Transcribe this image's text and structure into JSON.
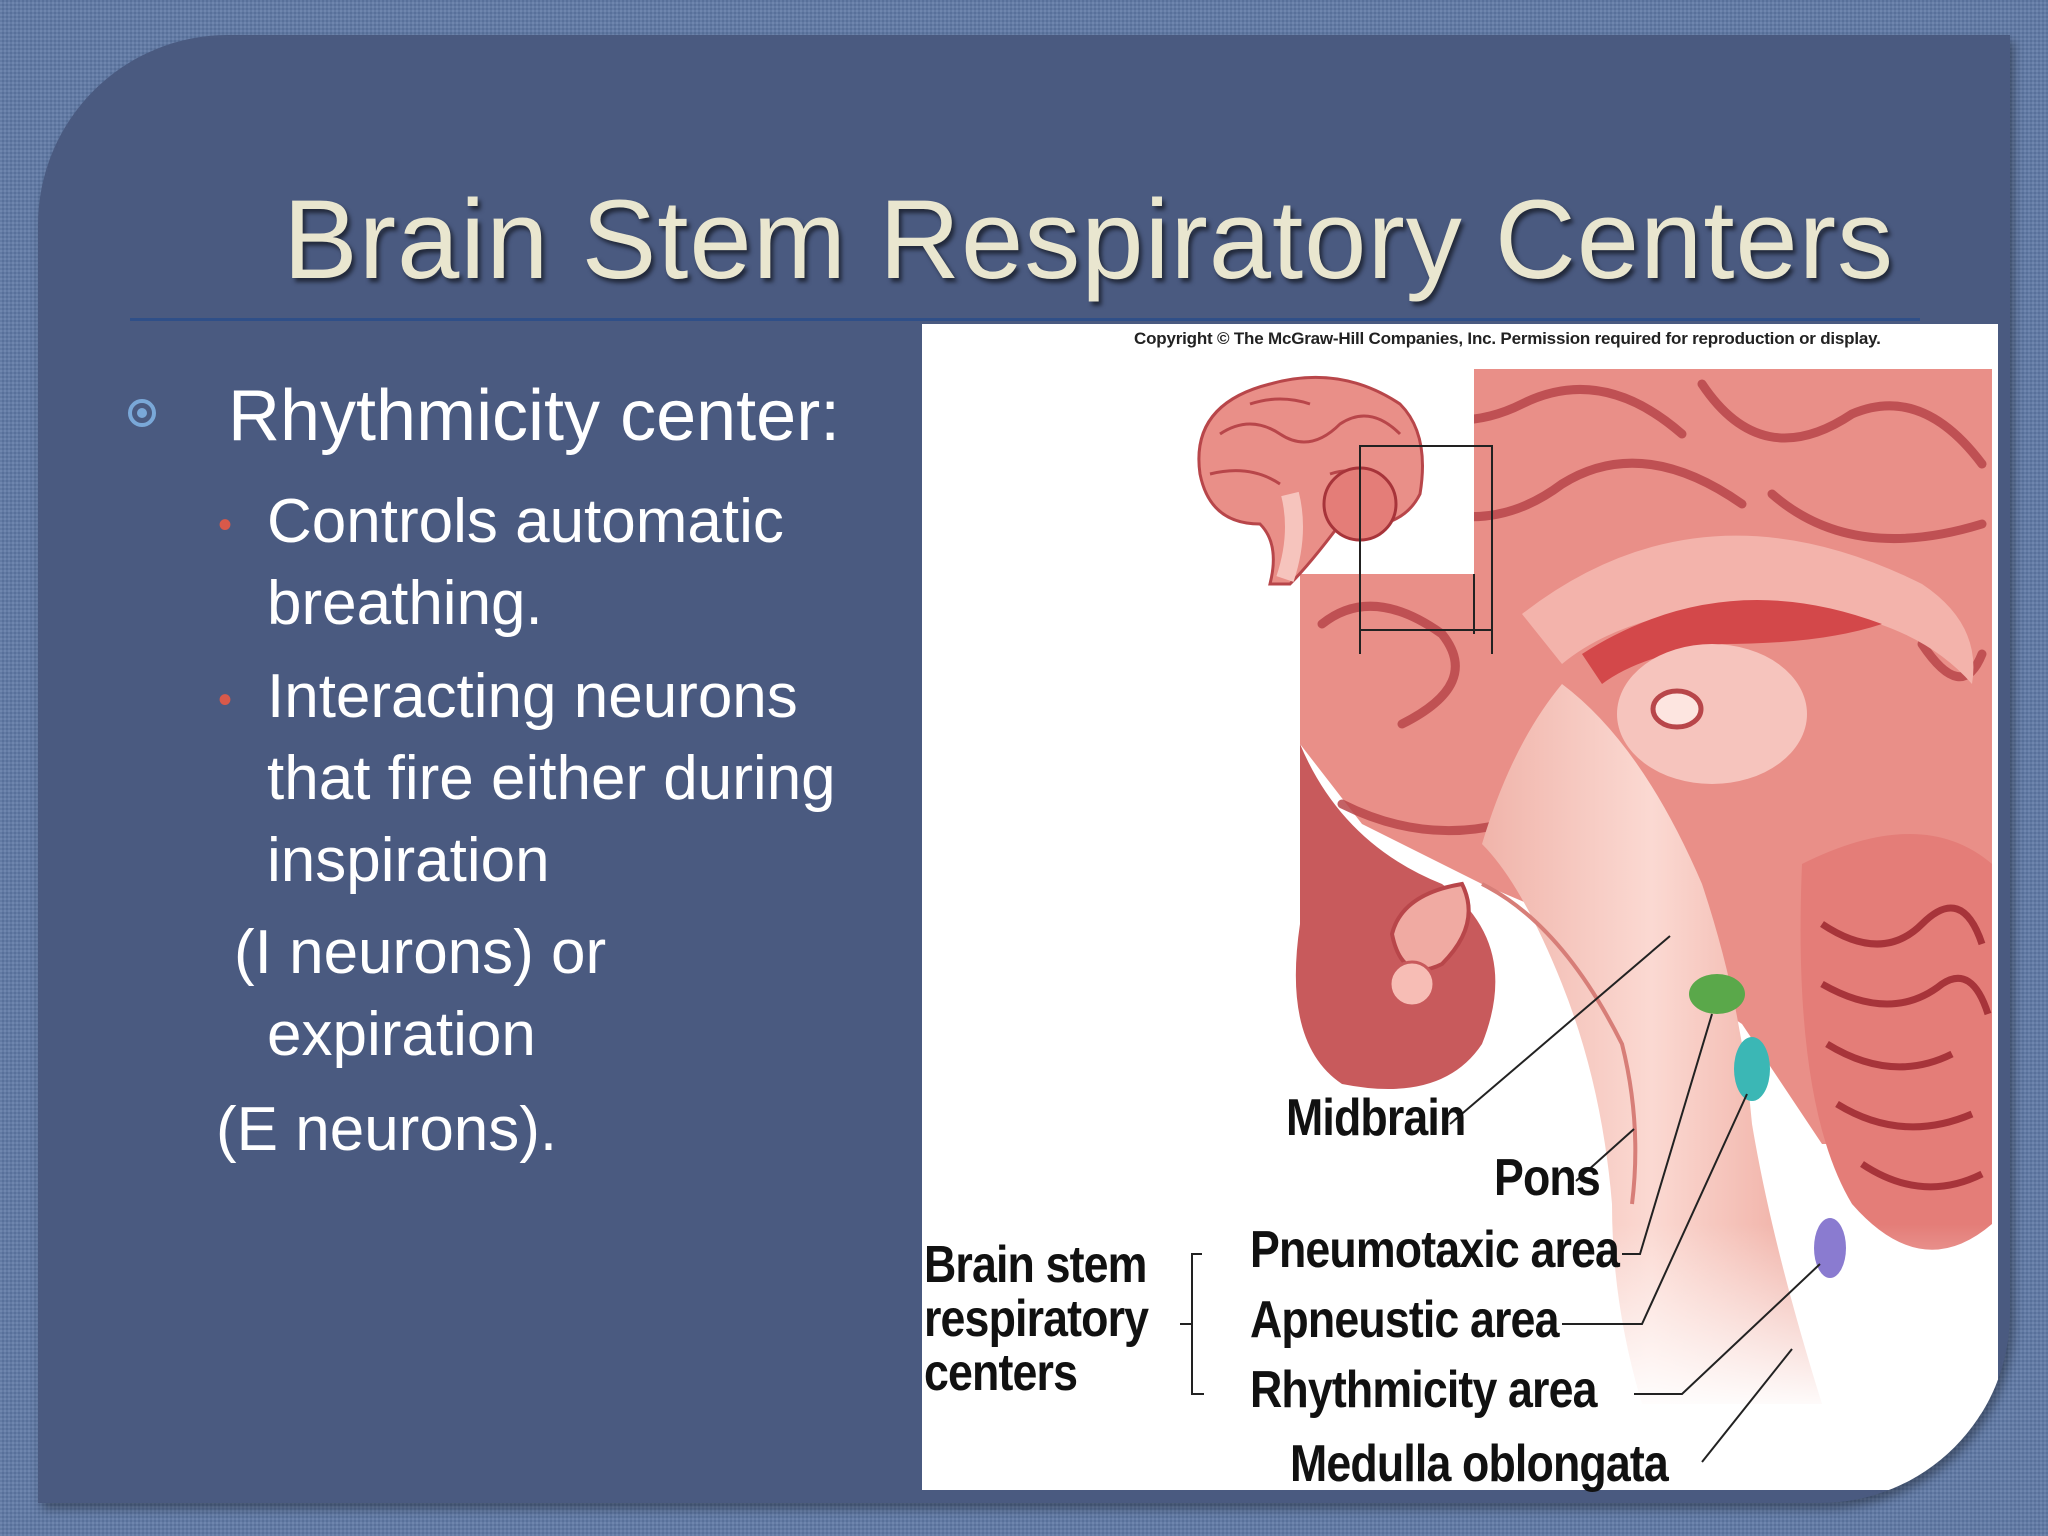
{
  "slide": {
    "title": "Brain Stem Respiratory Centers",
    "bullet": "Rhythmicity center:",
    "sub_bullets": [
      {
        "lines": [
          "Controls automatic",
          "breathing."
        ]
      },
      {
        "lines": [
          "Interacting neurons",
          "that fire either during",
          "inspiration"
        ]
      }
    ],
    "continuation_lines": [
      "(I neurons) or",
      "expiration",
      "(E neurons)."
    ]
  },
  "figure": {
    "copyright": "Copyright © The McGraw-Hill Companies, Inc. Permission required for reproduction or display.",
    "labels": {
      "midbrain": "Midbrain",
      "pons": "Pons",
      "pneumotaxic": "Pneumotaxic area",
      "apneustic": "Apneustic area",
      "rhythmicity": "Rhythmicity area",
      "medulla": "Medulla oblongata",
      "group": [
        "Brain stem",
        "respiratory",
        "centers"
      ]
    }
  },
  "colors": {
    "slide_background": "#4a5a80",
    "title_text": "#e9e6cf",
    "bullet_marker": "#7aa8d8",
    "sub_bullet_marker": "#d8594a",
    "pneumotaxic_area": "#5aa84a",
    "apneustic_area": "#3bb7b5",
    "rhythmicity_area": "#8a7bd0"
  }
}
